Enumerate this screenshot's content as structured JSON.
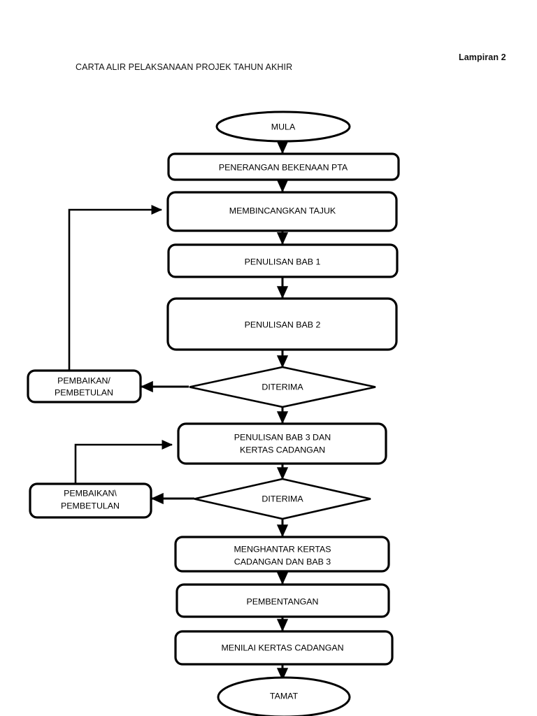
{
  "document": {
    "header_right": "Lampiran 2",
    "title": "CARTA ALIR PELAKSANAAN PROJEK TAHUN AKHIR"
  },
  "flowchart": {
    "nodes": [
      {
        "id": "start",
        "type": "terminator",
        "label": "MULA"
      },
      {
        "id": "penerangan",
        "type": "process",
        "label": "PENERANGAN BEKENAAN PTA"
      },
      {
        "id": "membincang",
        "type": "process",
        "label": "MEMBINCANGKAN TAJUK"
      },
      {
        "id": "bab1",
        "type": "process",
        "label": "PENULISAN BAB 1"
      },
      {
        "id": "bab2",
        "type": "process",
        "label": "PENULISAN BAB 2"
      },
      {
        "id": "diterima1",
        "type": "decision",
        "label": "DITERIMA"
      },
      {
        "id": "pembaikan1",
        "type": "process",
        "label_line1": "PEMBAIKAN/",
        "label_line2": "PEMBETULAN"
      },
      {
        "id": "bab3",
        "type": "process",
        "label_line1": "PENULISAN BAB 3 DAN",
        "label_line2": "KERTAS CADANGAN"
      },
      {
        "id": "diterima2",
        "type": "decision",
        "label": "DITERIMA"
      },
      {
        "id": "pembaikan2",
        "type": "process",
        "label_line1": "PEMBAIKAN\\",
        "label_line2": "PEMBETULAN"
      },
      {
        "id": "menghantar",
        "type": "process",
        "label_line1": "MENGHANTAR KERTAS",
        "label_line2": "CADANGAN DAN BAB 3"
      },
      {
        "id": "pembentangan",
        "type": "process",
        "label": "PEMBENTANGAN"
      },
      {
        "id": "menilai",
        "type": "process",
        "label": "MENILAI KERTAS CADANGAN"
      },
      {
        "id": "end",
        "type": "terminator",
        "label": "TAMAT"
      }
    ],
    "edges": [
      {
        "from": "start",
        "to": "penerangan",
        "kind": "arrow-down"
      },
      {
        "from": "penerangan",
        "to": "membincang",
        "kind": "arrow-down"
      },
      {
        "from": "membincang",
        "to": "bab1",
        "kind": "arrow-down"
      },
      {
        "from": "bab1",
        "to": "bab2",
        "kind": "arrow-down"
      },
      {
        "from": "bab2",
        "to": "diterima1",
        "kind": "arrow-down"
      },
      {
        "from": "diterima1",
        "to": "pembaikan1",
        "kind": "arrow-left"
      },
      {
        "from": "pembaikan1",
        "to": "membincang",
        "kind": "feedback-loop"
      },
      {
        "from": "diterima1",
        "to": "bab3",
        "kind": "arrow-down"
      },
      {
        "from": "bab3",
        "to": "diterima2",
        "kind": "arrow-down"
      },
      {
        "from": "diterima2",
        "to": "pembaikan2",
        "kind": "arrow-left"
      },
      {
        "from": "pembaikan2",
        "to": "bab3",
        "kind": "feedback-loop"
      },
      {
        "from": "diterima2",
        "to": "menghantar",
        "kind": "arrow-down"
      },
      {
        "from": "menghantar",
        "to": "pembentangan",
        "kind": "arrow-down"
      },
      {
        "from": "pembentangan",
        "to": "menilai",
        "kind": "arrow-down"
      },
      {
        "from": "menilai",
        "to": "end",
        "kind": "arrow-down"
      }
    ],
    "colors": {
      "stroke": "#000000",
      "fill": "#ffffff",
      "text": "#000000"
    }
  }
}
